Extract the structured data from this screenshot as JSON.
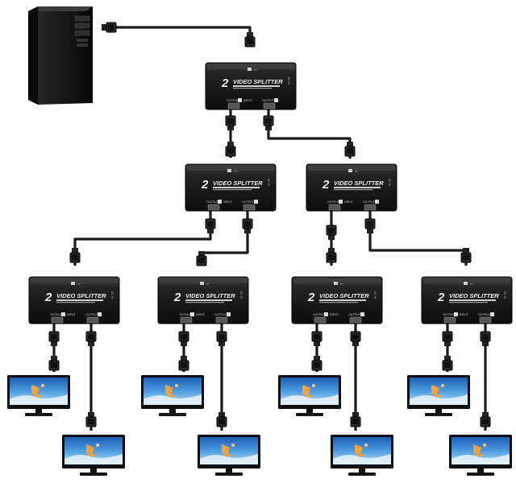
{
  "splitter": {
    "model_number": "2",
    "title": "VIDEO SPLITTER",
    "input_label": "INPUT",
    "output_label": "OUTPUT",
    "port_label_1": "1",
    "port_label_2": "2",
    "power_label": "DC 5V"
  },
  "colors": {
    "cable": "#1a1a1a",
    "splitter_body": "#1c1c1c",
    "splitter_text": "#e8e8e8",
    "tower": "#141414",
    "monitor_frame": "#111111",
    "screen_sky": "#2f7fd0",
    "screen_light": "#a9d4f3"
  },
  "icons": {
    "computer": "computer-tower-icon",
    "splitter": "video-splitter-icon",
    "monitor": "monitor-icon",
    "connector": "vga-connector-icon"
  }
}
